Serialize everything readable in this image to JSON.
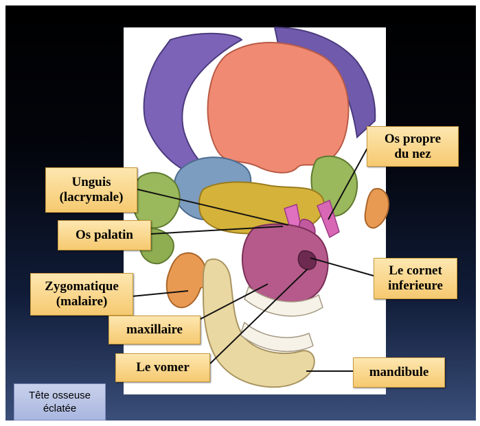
{
  "labels": {
    "os_propre_du_nez": "Os propre\ndu nez",
    "unguis": "Unguis\n(lacrymale)",
    "os_palatin": "Os palatin",
    "zygomatique": "Zygomatique\n(malaire)",
    "maxillaire": "maxillaire",
    "le_vomer": "Le vomer",
    "cornet_inferieur": "Le cornet\ninferieure",
    "mandibule": "mandibule"
  },
  "caption": "Tête osseuse\néclatée",
  "colors": {
    "parietal": "#7c63b8",
    "frontal": "#f08a73",
    "sphenoid": "#7c9cc0",
    "ethmoid": "#d5b23a",
    "nasal": "#c44b9b",
    "maxilla": "#b55a8a",
    "zygomatic": "#e99a52",
    "mandible": "#ead8a3",
    "temporal": "#9ab85c",
    "callout": "#f8d58a",
    "caption_box": "#b9c3e6"
  }
}
